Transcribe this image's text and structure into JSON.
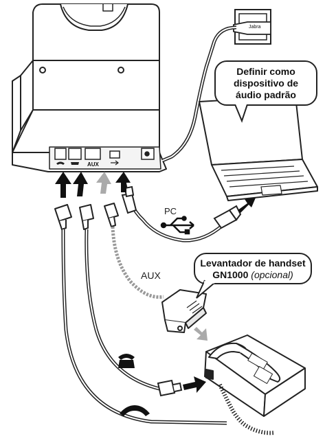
{
  "callouts": {
    "pc_default": {
      "line1": "Definir como",
      "line2": "dispositivo de",
      "line3": "áudio padrão"
    },
    "lifter": {
      "line1": "Levantador de handset",
      "line2_bold": "GN1000",
      "line2_italic": "(opcional)"
    }
  },
  "labels": {
    "pc": "PC",
    "aux": "AUX",
    "aux_port": "AUX",
    "brand": "Jabra"
  },
  "icons": {
    "usb": "usb-icon",
    "phone_deskset": "desk-phone-icon",
    "handset": "handset-icon"
  }
}
